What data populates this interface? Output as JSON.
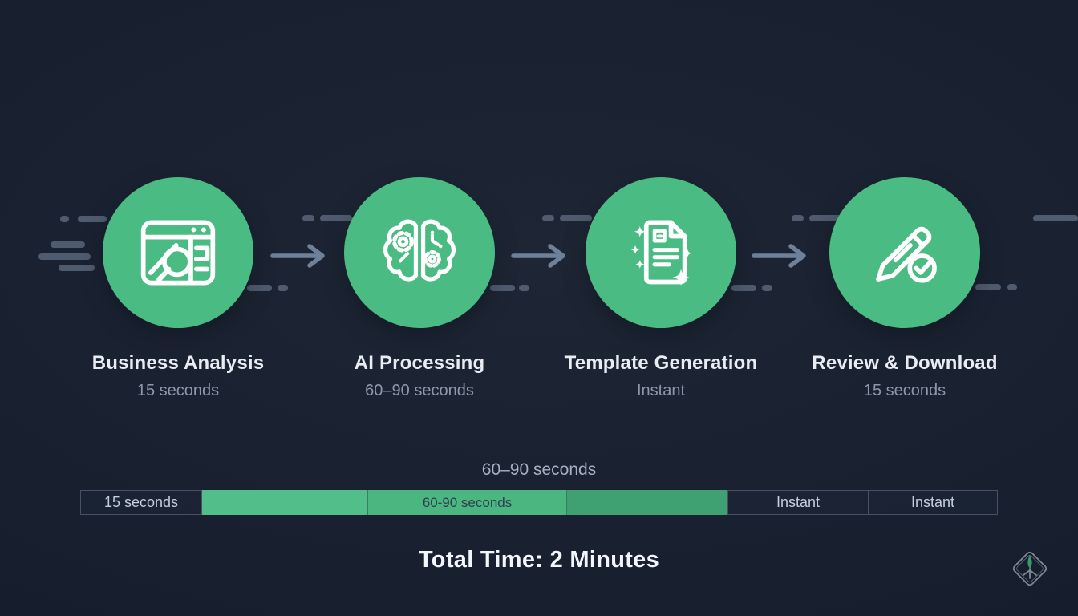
{
  "steps": [
    {
      "title": "Business Analysis",
      "duration": "15 seconds",
      "icon": "browser-search-icon"
    },
    {
      "title": "AI Processing",
      "duration": "60–90 seconds",
      "icon": "ai-brain-icon"
    },
    {
      "title": "Template Generation",
      "duration": "Instant",
      "icon": "document-sparkles-icon"
    },
    {
      "title": "Review & Download",
      "duration": "15 seconds",
      "icon": "pencil-check-icon"
    }
  ],
  "timeline": {
    "label_above": "60–90 seconds",
    "segments": [
      {
        "label": "15 seconds"
      },
      {
        "label": ""
      },
      {
        "label": "60-90 seconds"
      },
      {
        "label": ""
      },
      {
        "label": "Instant"
      },
      {
        "label": "Instant"
      }
    ],
    "total_label": "Total Time: 2 Minutes"
  },
  "colors": {
    "accent_green": "#4abb83",
    "timeline_green_bright": "#52be8a",
    "timeline_green_mid": "#4bb680",
    "timeline_green_dark": "#3fa171",
    "arrow_slate": "#6f8199",
    "background_navy": "#182030"
  }
}
